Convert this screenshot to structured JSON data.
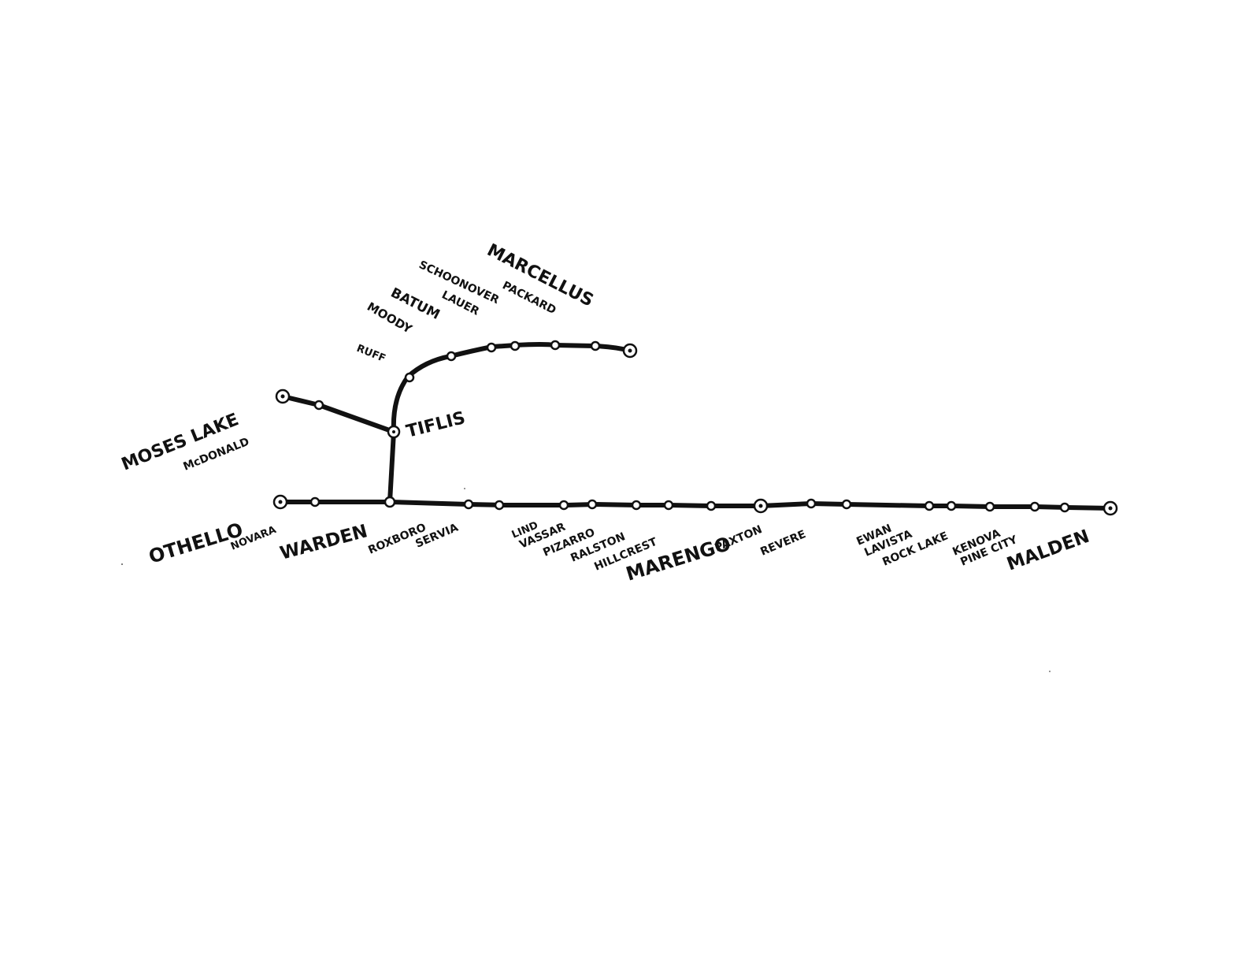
{
  "map": {
    "ink_color": "#111111",
    "paper_color": "#ffffff",
    "stations": {
      "othello": "OTHELLO",
      "novara": "NOVARA",
      "warden": "WARDEN",
      "roxboro": "ROXBORO",
      "servia": "SERVIA",
      "lind": "LIND",
      "vassar": "VASSAR",
      "pizarro": "PIZARRO",
      "ralston": "RALSTON",
      "hillcrest": "HILLCREST",
      "marengo": "MARENGO",
      "paxton": "PAXTON",
      "revere": "REVERE",
      "ewan": "EWAN",
      "lavista": "LAVISTA",
      "rock_lake": "ROCK LAKE",
      "kenova": "KENOVA",
      "pine_city": "PINE CITY",
      "malden": "MALDEN",
      "moses_lake": "MOSES LAKE",
      "mcdonald": "McDONALD",
      "tiflis": "TIFLIS",
      "ruff": "RUFF",
      "moody": "MOODY",
      "batum": "BATUM",
      "lauer": "LAUER",
      "schoonover": "SCHOONOVER",
      "packard": "PACKARD",
      "marcellus": "MARCELLUS"
    }
  }
}
